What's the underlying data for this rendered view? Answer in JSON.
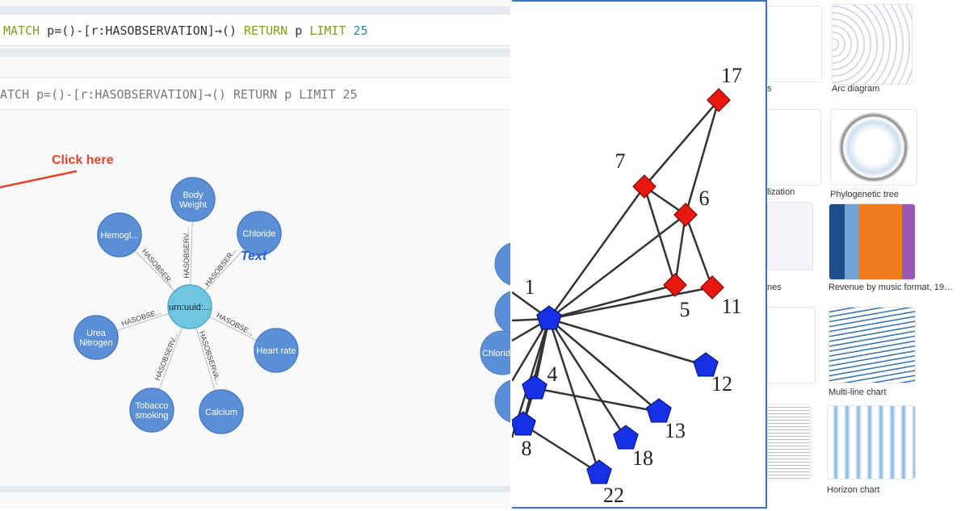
{
  "query_editor": {
    "parts": [
      {
        "t": "MATCH",
        "c": "kw"
      },
      {
        "t": " p=()-[r:HASOBSERVATION]→() ",
        "c": ""
      },
      {
        "t": "RETURN",
        "c": "kw"
      },
      {
        "t": " p ",
        "c": ""
      },
      {
        "t": "LIMIT",
        "c": "kw"
      },
      {
        "t": " 25",
        "c": "num"
      }
    ]
  },
  "result_query": "ATCH p=()-[r:HASOBSERVATION]→() RETURN p LIMIT 25",
  "annotation": {
    "label": "Click here",
    "color": "#e0452b",
    "text_overlay": "Text"
  },
  "graph": {
    "center": {
      "label": "urn:uuid:...",
      "color": "#6ec6e0"
    },
    "node_color": "#5b8fd6",
    "nodes": [
      {
        "label": [
          "Body",
          "Weight"
        ],
        "rel": "HASOBSERV..."
      },
      {
        "label": [
          "Chloride"
        ],
        "rel": "HASOBSER..."
      },
      {
        "label": [
          "Heart rate"
        ],
        "rel": "HASOBSE..."
      },
      {
        "label": [
          "Calcium"
        ],
        "rel": "HASOBSERVA..."
      },
      {
        "label": [
          "Tobacco",
          "smoking"
        ],
        "rel": "HASOBSERV..."
      },
      {
        "label": [
          "Urea",
          "Nitrogen"
        ],
        "rel": "HASOBSE..."
      },
      {
        "label": [
          "Hemogl..."
        ],
        "rel": "HASOBSER..."
      }
    ],
    "partial_node_label": "Chlorid"
  },
  "network": {
    "red_color": "#e8180f",
    "blue_color": "#1530e6",
    "nodes": [
      "17",
      "7",
      "6",
      "5",
      "11",
      "1",
      "12",
      "4",
      "13",
      "18",
      "22",
      "8"
    ]
  },
  "gallery": {
    "items": [
      {
        "caption": "s"
      },
      {
        "caption": "Arc diagram"
      },
      {
        "caption": "lization"
      },
      {
        "caption": "Phylogenetic tree"
      },
      {
        "caption": "nes"
      },
      {
        "caption": "Revenue by music format, 19…"
      },
      {
        "caption": ""
      },
      {
        "caption": "Multi-line chart"
      },
      {
        "caption": ""
      },
      {
        "caption": "Horizon chart"
      }
    ]
  }
}
